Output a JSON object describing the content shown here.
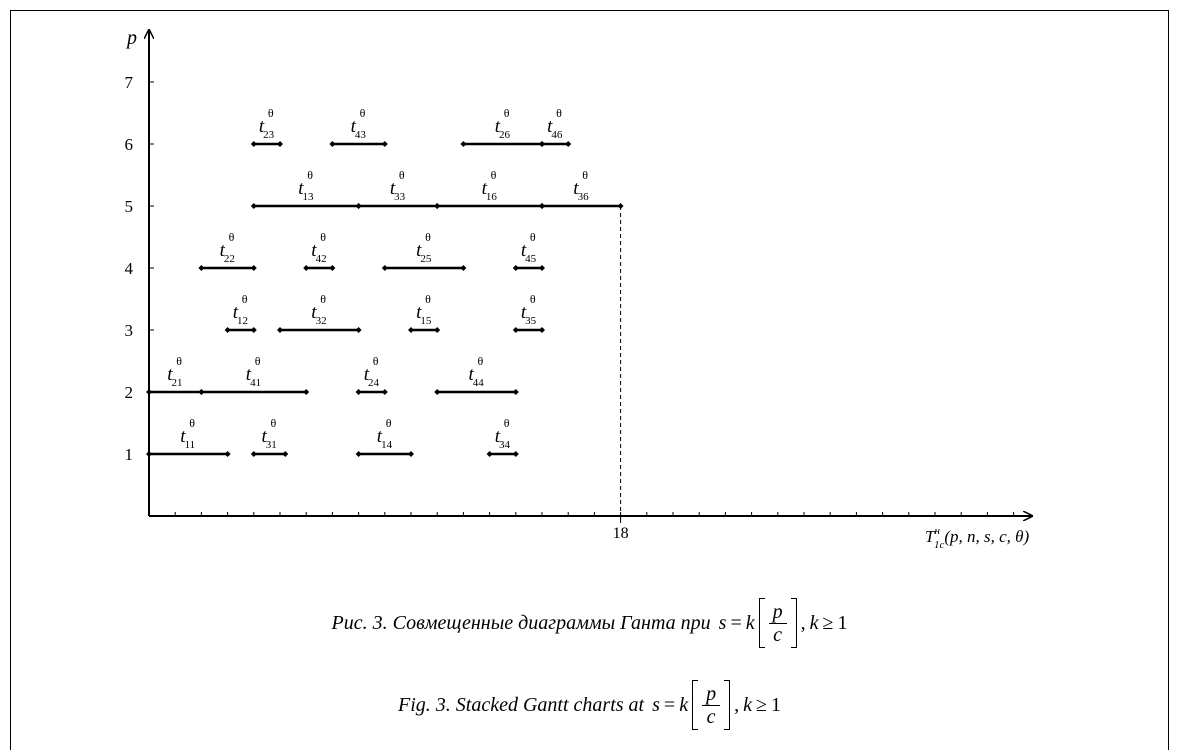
{
  "chart_data": {
    "type": "gantt",
    "ylabel": "p",
    "xlabel": "T",
    "xlabel_sub": "1c",
    "xlabel_sup": "н",
    "xlabel_args": "(p, n, s, c, θ)",
    "y_ticks": [
      "1",
      "2",
      "3",
      "4",
      "5",
      "6",
      "7"
    ],
    "x_ticks": [
      18
    ],
    "xlim": [
      0,
      33
    ],
    "ylim": [
      0,
      8
    ],
    "marker": {
      "x": 18,
      "y": 5,
      "label": "18"
    },
    "bars": [
      {
        "row": 1,
        "start": 0,
        "end": 3,
        "label": "t",
        "sup": "θ",
        "sub": "11"
      },
      {
        "row": 1,
        "start": 4,
        "end": 5.2,
        "label": "t",
        "sup": "θ",
        "sub": "31"
      },
      {
        "row": 1,
        "start": 8,
        "end": 10,
        "label": "t",
        "sup": "θ",
        "sub": "14"
      },
      {
        "row": 1,
        "start": 13,
        "end": 14,
        "label": "t",
        "sup": "θ",
        "sub": "34"
      },
      {
        "row": 2,
        "start": 0,
        "end": 2,
        "label": "t",
        "sup": "θ",
        "sub": "21"
      },
      {
        "row": 2,
        "start": 2,
        "end": 6,
        "label": "t",
        "sup": "θ",
        "sub": "41"
      },
      {
        "row": 2,
        "start": 8,
        "end": 9,
        "label": "t",
        "sup": "θ",
        "sub": "24"
      },
      {
        "row": 2,
        "start": 11,
        "end": 14,
        "label": "t",
        "sup": "θ",
        "sub": "44"
      },
      {
        "row": 3,
        "start": 3,
        "end": 4,
        "label": "t",
        "sup": "θ",
        "sub": "12"
      },
      {
        "row": 3,
        "start": 5,
        "end": 8,
        "label": "t",
        "sup": "θ",
        "sub": "32"
      },
      {
        "row": 3,
        "start": 10,
        "end": 11,
        "label": "t",
        "sup": "θ",
        "sub": "15"
      },
      {
        "row": 3,
        "start": 14,
        "end": 15,
        "label": "t",
        "sup": "θ",
        "sub": "35"
      },
      {
        "row": 4,
        "start": 2,
        "end": 4,
        "label": "t",
        "sup": "θ",
        "sub": "22"
      },
      {
        "row": 4,
        "start": 6,
        "end": 7,
        "label": "t",
        "sup": "θ",
        "sub": "42"
      },
      {
        "row": 4,
        "start": 9,
        "end": 12,
        "label": "t",
        "sup": "θ",
        "sub": "25"
      },
      {
        "row": 4,
        "start": 14,
        "end": 15,
        "label": "t",
        "sup": "θ",
        "sub": "45"
      },
      {
        "row": 5,
        "start": 4,
        "end": 8,
        "label": "t",
        "sup": "θ",
        "sub": "13"
      },
      {
        "row": 5,
        "start": 8,
        "end": 11,
        "label": "t",
        "sup": "θ",
        "sub": "33"
      },
      {
        "row": 5,
        "start": 11,
        "end": 15,
        "label": "t",
        "sup": "θ",
        "sub": "16"
      },
      {
        "row": 5,
        "start": 15,
        "end": 18,
        "label": "t",
        "sup": "θ",
        "sub": "36"
      },
      {
        "row": 6,
        "start": 4,
        "end": 5,
        "label": "t",
        "sup": "θ",
        "sub": "23"
      },
      {
        "row": 6,
        "start": 7,
        "end": 9,
        "label": "t",
        "sup": "θ",
        "sub": "43"
      },
      {
        "row": 6,
        "start": 12,
        "end": 15,
        "label": "t",
        "sup": "θ",
        "sub": "26"
      },
      {
        "row": 6,
        "start": 15,
        "end": 16,
        "label": "t",
        "sup": "θ",
        "sub": "46"
      }
    ]
  },
  "captions": {
    "ru_prefix": "Рис. 3. Совмещенные диаграммы Ганта при",
    "en_prefix": "Fig. 3. Stacked Gantt charts at",
    "formula": {
      "lhs": "s",
      "eq": "=",
      "k": "k",
      "num": "p",
      "den": "c",
      "comma": ",",
      "cond_var": "k",
      "cond_op": "≥",
      "cond_val": "1"
    }
  }
}
